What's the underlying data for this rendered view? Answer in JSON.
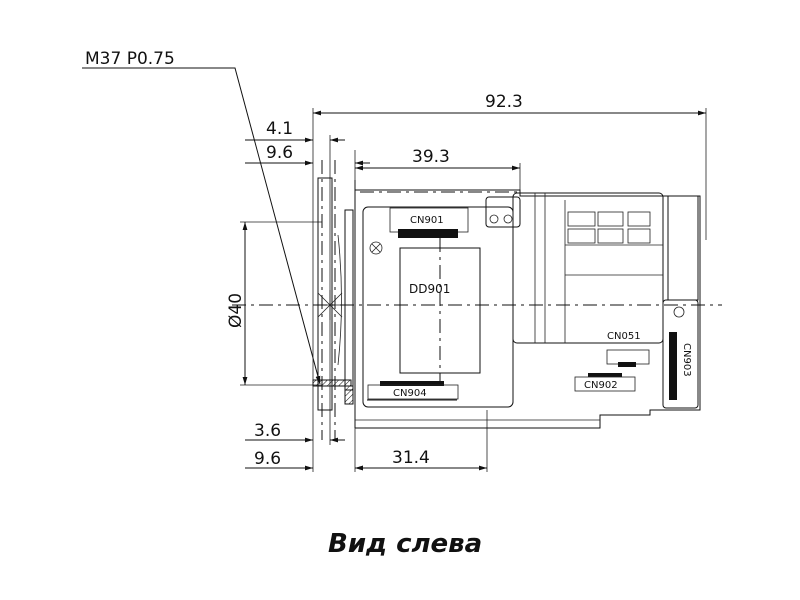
{
  "thread_label": "M37 P0.75",
  "dimensions": {
    "overall_length": "92.3",
    "front_offset_top": "4.1",
    "flange_top": "9.6",
    "body_top": "39.3",
    "diameter": "Ø40",
    "front_offset_bottom": "3.6",
    "flange_bottom": "9.6",
    "body_bottom": "31.4"
  },
  "components": {
    "cn901": "CN901",
    "dd901": "DD901",
    "cn904": "CN904",
    "cn051": "CN051",
    "cn902": "CN902",
    "cn903": "CN903"
  },
  "caption": "Вид слева"
}
